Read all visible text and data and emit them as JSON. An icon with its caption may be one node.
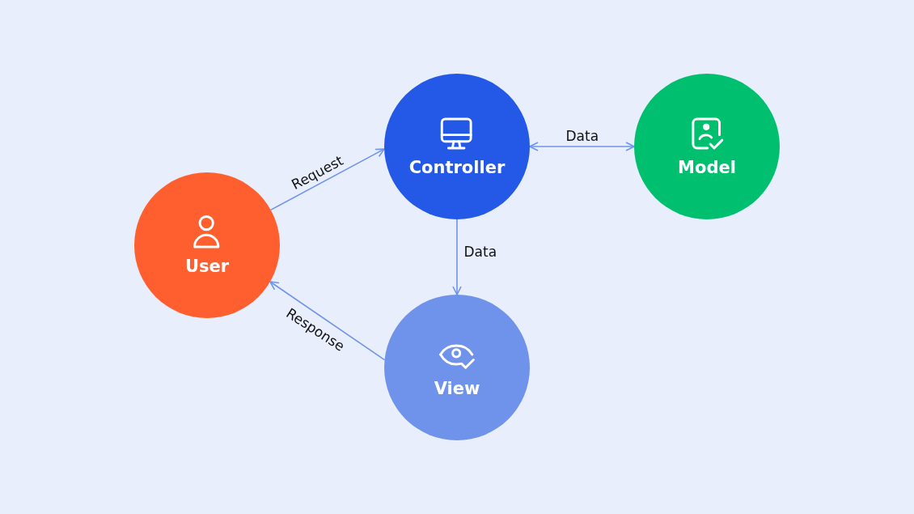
{
  "diagram": {
    "nodes": [
      {
        "text": [
          "User"
        ]
      },
      {
        "text": [
          "Controller"
        ]
      },
      {
        "text": [
          "Model"
        ]
      },
      {
        "text": [
          "View"
        ]
      }
    ],
    "edges": [
      {
        "from": 0,
        "to": 1,
        "arrow": "to",
        "label": "Request"
      },
      {
        "from": 1,
        "to": 2,
        "arrow": "both",
        "label": "Data"
      },
      {
        "from": 1,
        "to": 3,
        "arrow": "to",
        "label": "Data"
      },
      {
        "from": 3,
        "to": 0,
        "arrow": "to",
        "label": "Response"
      }
    ]
  }
}
